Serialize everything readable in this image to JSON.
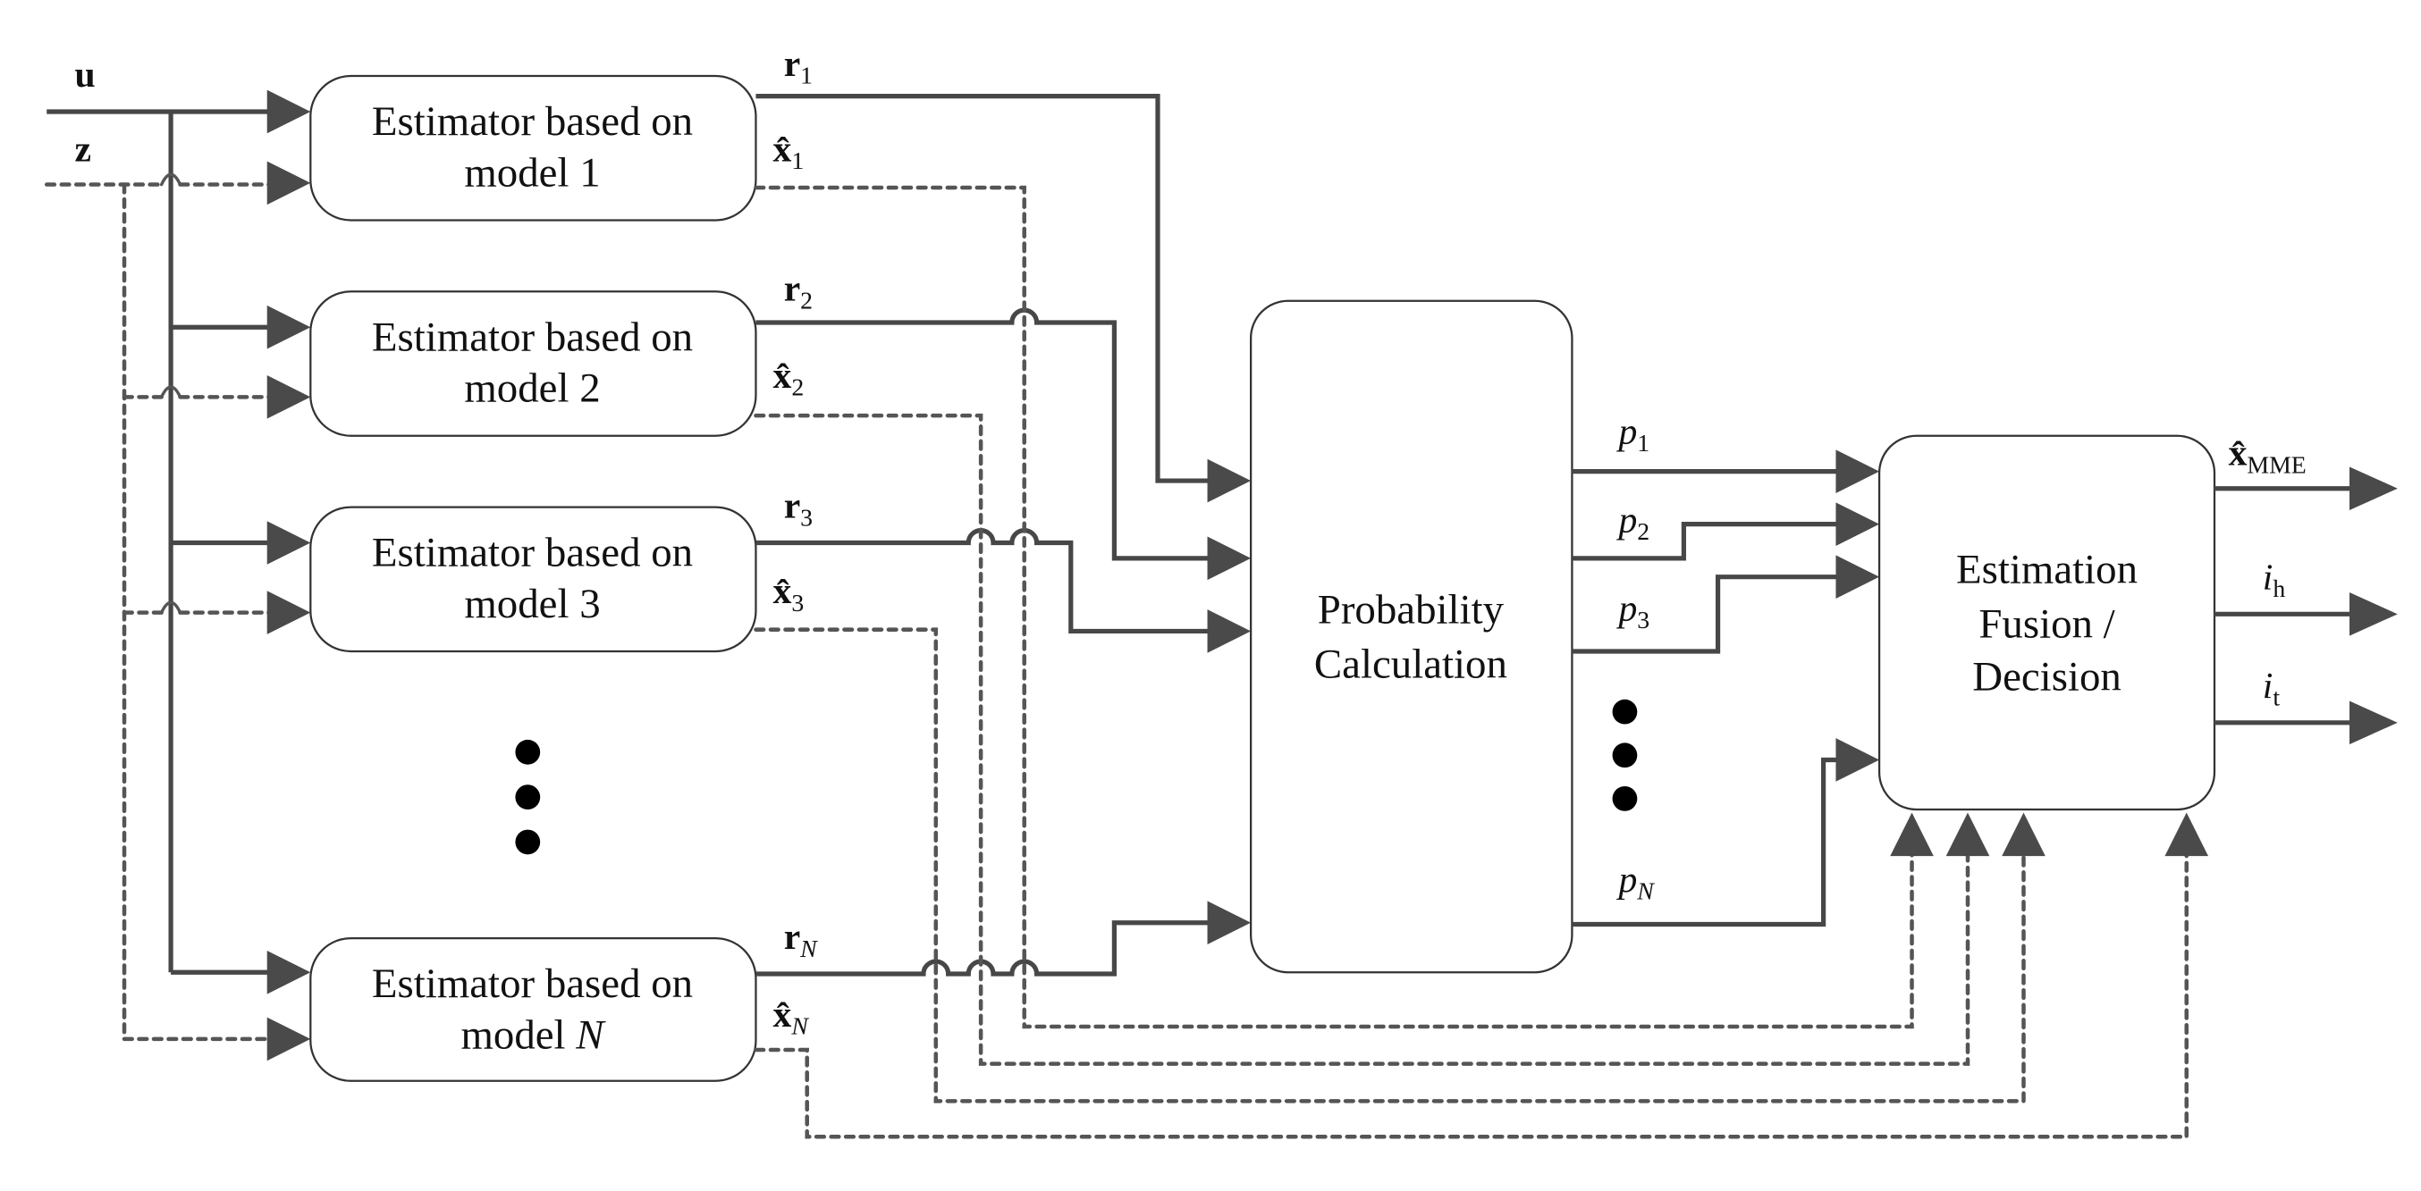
{
  "diagram": {
    "inputs": {
      "u": "u",
      "z": "z"
    },
    "estimators": [
      {
        "line1": "Estimator based on",
        "line2": "model 1",
        "residual": "r",
        "residual_sub": "1",
        "estimate": "x̂",
        "estimate_sub": "1"
      },
      {
        "line1": "Estimator based on",
        "line2": "model 2",
        "residual": "r",
        "residual_sub": "2",
        "estimate": "x̂",
        "estimate_sub": "2"
      },
      {
        "line1": "Estimator based on",
        "line2": "model 3",
        "residual": "r",
        "residual_sub": "3",
        "estimate": "x̂",
        "estimate_sub": "3"
      },
      {
        "line1": "Estimator based on",
        "line2_prefix": "model ",
        "line2_italic": "N",
        "residual": "r",
        "residual_sub": "N",
        "estimate": "x̂",
        "estimate_sub": "N"
      }
    ],
    "probability_block": {
      "line1": "Probability",
      "line2": "Calculation"
    },
    "probabilities": [
      {
        "symbol": "p",
        "sub": "1"
      },
      {
        "symbol": "p",
        "sub": "2"
      },
      {
        "symbol": "p",
        "sub": "3"
      },
      {
        "symbol": "p",
        "sub": "N"
      }
    ],
    "fusion_block": {
      "line1": "Estimation",
      "line2": "Fusion /",
      "line3": "Decision"
    },
    "outputs": [
      {
        "symbol": "x̂",
        "sub": "MME"
      },
      {
        "symbol": "i",
        "sub": "h"
      },
      {
        "symbol": "i",
        "sub": "t"
      }
    ],
    "ellipsis": "⋮",
    "colors": {
      "line": "#474747",
      "box_stroke": "#333333",
      "text": "#111111"
    }
  }
}
